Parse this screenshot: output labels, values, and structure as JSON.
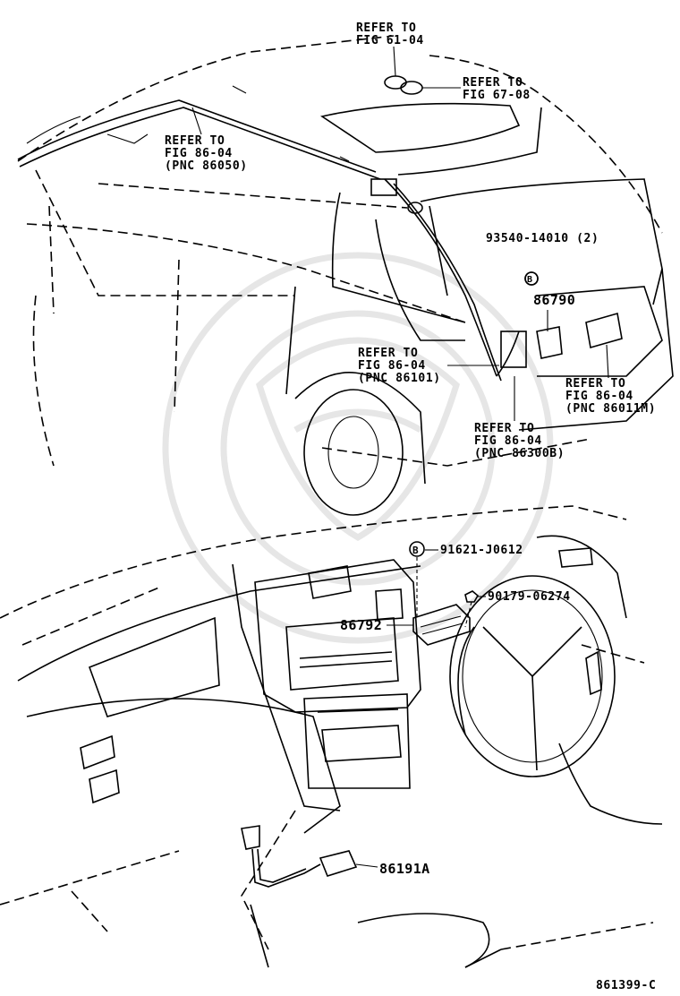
{
  "callouts": {
    "fig_61_04": [
      "REFER TO",
      "FIG 61-04"
    ],
    "fig_67_08": [
      "REFER TO",
      "FIG 67-08"
    ],
    "fig_86_04_86050": [
      "REFER TO",
      "FIG 86-04",
      "(PNC 86050)"
    ],
    "part_93540": "93540-14010 (2)",
    "bolt_marker_top": "B",
    "part_86790": "86790",
    "fig_86_04_86101": [
      "REFER TO",
      "FIG 86-04",
      "(PNC 86101)"
    ],
    "fig_86_04_86011m": [
      "REFER TO",
      "FIG 86-04",
      "(PNC 86011M)"
    ],
    "fig_86_04_86300b": [
      "REFER TO",
      "FIG 86-04",
      "(PNC 86300B)"
    ],
    "bolt_marker_bottom": "B",
    "part_91621": "91621-J0612",
    "part_90179": "90179-06274",
    "part_86792": "86792",
    "part_86191a": "86191A"
  },
  "diagram_id": "861399-C",
  "colors": {
    "ink": "#000000",
    "watermark": "#e6e6e6",
    "background": "#ffffff"
  }
}
